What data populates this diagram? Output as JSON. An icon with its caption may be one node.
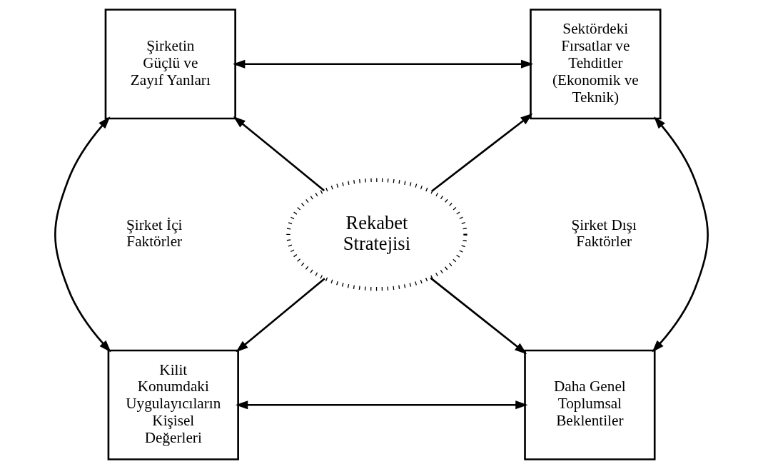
{
  "diagram": {
    "nodes": [
      {
        "text": [
          "Şirketin Güçlü ve Zayıf Yanları"
        ]
      },
      {
        "text": [
          "Sektördeki Fırsatlar ve Tehditler (Ekonomik ve Teknik)"
        ]
      },
      {
        "text": [
          "Rekabet Stratejisi"
        ]
      },
      {
        "text": [
          "Kilit Konumdaki Uygulayıcıların Kişisel Değerleri"
        ]
      },
      {
        "text": [
          "Daha Genel Toplumsal Beklentiler"
        ]
      }
    ],
    "edges": [
      {
        "from": 0,
        "to": 1,
        "arrow": "both"
      },
      {
        "from": 2,
        "to": 0,
        "arrow": "to"
      },
      {
        "from": 2,
        "to": 1,
        "arrow": "to"
      },
      {
        "from": 0,
        "to": 3,
        "arrow": "both"
      },
      {
        "from": 1,
        "to": 4,
        "arrow": "both"
      },
      {
        "from": 2,
        "to": 3,
        "arrow": "to"
      },
      {
        "from": 2,
        "to": 4,
        "arrow": "to"
      },
      {
        "from": 3,
        "to": 4,
        "arrow": "both"
      }
    ],
    "labels": [
      "Şirket İçi Faktörler",
      "Şirket Dışı Faktörler"
    ]
  }
}
